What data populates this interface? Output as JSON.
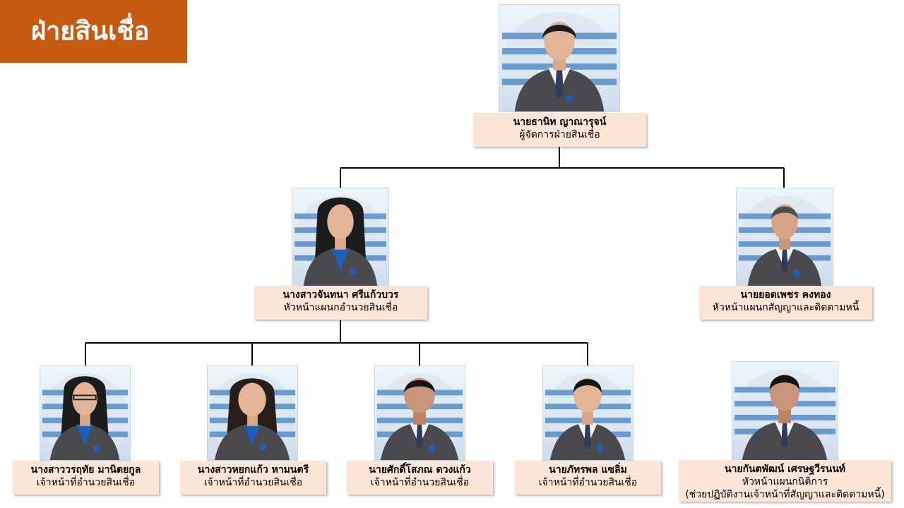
{
  "title": "ฝ่ายสินเชื่อ",
  "colors": {
    "banner": "#c55a11",
    "label_bg": "#fbe5d6",
    "connector": "#000000",
    "suit": "#4a4a4e",
    "shirt_blue": "#1f5fb8",
    "tie": "#2f3b5a"
  },
  "people": {
    "manager": {
      "name": "นายธานิท ญาณารุจน์",
      "role": "ผู้จัดการฝ่ายสินเชื่อ"
    },
    "credit_head": {
      "name": "นางสาวจันทนา ศรีแก้วบวร",
      "role": "หัวหน้าแผนกอำนวยสินเชื่อ"
    },
    "contract_head": {
      "name": "นายยอดเพชร คงทอง",
      "role": "หัวหน้าแผนกสัญญาและติดตามหนี้"
    },
    "staff1": {
      "name": "นางสาววรฤทัย มานิตยกูล",
      "role": "เจ้าหน้าที่อำนวยสินเชื่อ"
    },
    "staff2": {
      "name": "นางสาวหยกแก้ว หามนตรี",
      "role": "เจ้าหน้าที่อำนวยสินเชื่อ"
    },
    "staff3": {
      "name": "นายศักดิ์โสภณ ดวงแก้ว",
      "role": "เจ้าหน้าที่อำนวยสินเชื่อ"
    },
    "staff4": {
      "name": "นายภัทรพล แซลิ่ม",
      "role": "เจ้าหน้าที่อำนวยสินเชื่อ"
    },
    "legal_head": {
      "name": "นายกันตพัฒน์ เศรษฐวีรนนท์",
      "role": "หัวหน้าแผนกนิติการ",
      "note": "(ช่วยปฏิบัติงานเจ้าหน้าที่สัญญาและติดตามหนี้)"
    }
  }
}
